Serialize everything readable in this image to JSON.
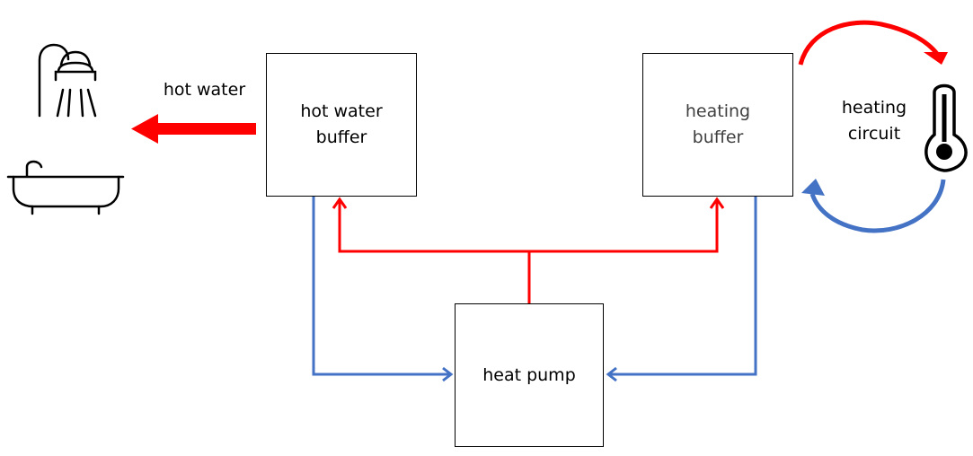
{
  "labels": {
    "hot_water": "hot water",
    "hot_water_buffer_line1": "hot water",
    "hot_water_buffer_line2": "buffer",
    "heating_buffer_line1": "heating",
    "heating_buffer_line2": "buffer",
    "heat_pump": "heat pump",
    "heating_circuit_line1": "heating",
    "heating_circuit_line2": "circuit"
  },
  "icons": [
    "shower-icon",
    "bathtub-icon",
    "thermometer-icon"
  ],
  "colors": {
    "supply": "#ff0000",
    "return": "#4472c4",
    "outline": "#000000",
    "heating_buffer_text": "#404040"
  }
}
